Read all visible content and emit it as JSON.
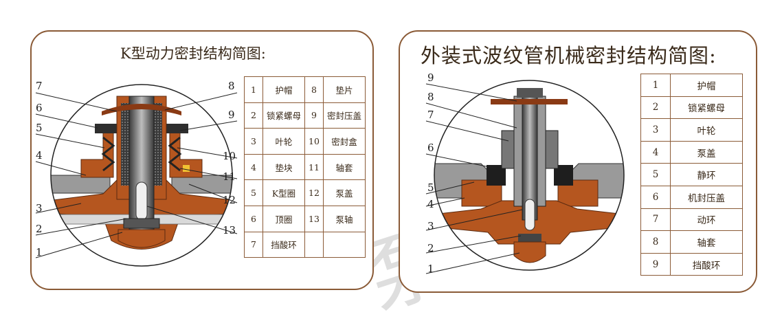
{
  "left_panel": {
    "title": "K型动力密封结构简图:",
    "parts": [
      {
        "no": "1",
        "name": "护帽"
      },
      {
        "no": "2",
        "name": "锁紧螺母"
      },
      {
        "no": "3",
        "name": "叶轮"
      },
      {
        "no": "4",
        "name": "垫块"
      },
      {
        "no": "5",
        "name": "K型圈"
      },
      {
        "no": "6",
        "name": "顶圈"
      },
      {
        "no": "7",
        "name": "挡酸环"
      },
      {
        "no": "8",
        "name": "垫片"
      },
      {
        "no": "9",
        "name": "密封压盖"
      },
      {
        "no": "10",
        "name": "密封盒"
      },
      {
        "no": "11",
        "name": "轴套"
      },
      {
        "no": "12",
        "name": "泵盖"
      },
      {
        "no": "13",
        "name": "泵轴"
      }
    ]
  },
  "right_panel": {
    "title": "外装式波纹管机械密封结构简图:",
    "parts": [
      {
        "no": "1",
        "name": "护帽"
      },
      {
        "no": "2",
        "name": "锁紧螺母"
      },
      {
        "no": "3",
        "name": "叶轮"
      },
      {
        "no": "4",
        "name": "泵盖"
      },
      {
        "no": "5",
        "name": "静环"
      },
      {
        "no": "6",
        "name": "机封压盖"
      },
      {
        "no": "7",
        "name": "动环"
      },
      {
        "no": "8",
        "name": "轴套"
      },
      {
        "no": "9",
        "name": "挡酸环"
      }
    ]
  },
  "watermark": "泵",
  "colors": {
    "border": "#8a5a36",
    "impeller": "#b5561f",
    "metal": "#8c8c8c",
    "dark": "#2e2e2e"
  }
}
